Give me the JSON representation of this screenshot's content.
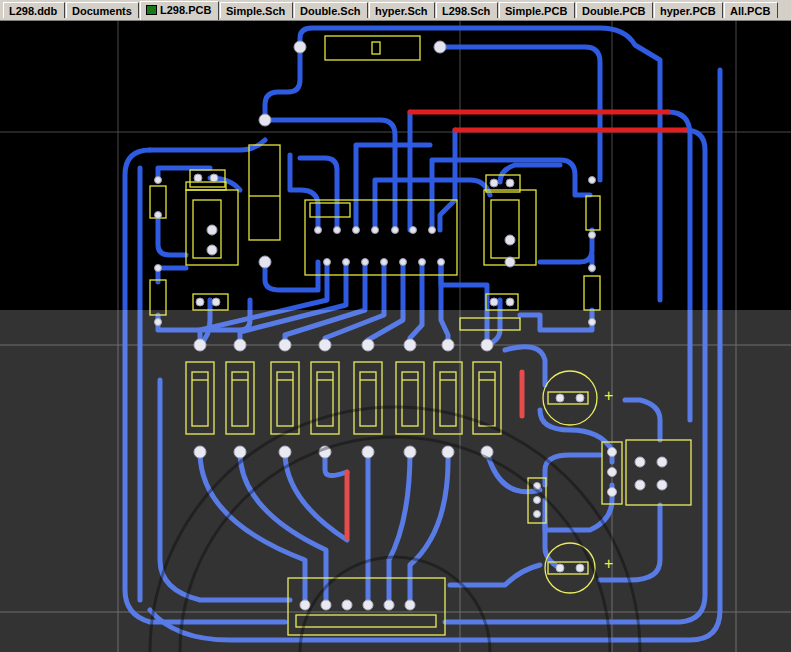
{
  "diagram": {
    "nodes": [
      {
        "text": [
          "L298.ddb"
        ]
      },
      {
        "text": [
          "Documents"
        ]
      },
      {
        "text": [
          "L298.PCB"
        ]
      },
      {
        "text": [
          "Simple.Sch"
        ]
      },
      {
        "text": [
          "Double.Sch"
        ]
      },
      {
        "text": [
          "hyper.Sch"
        ]
      },
      {
        "text": [
          "L298.Sch"
        ]
      },
      {
        "text": [
          "Simple.PCB"
        ]
      },
      {
        "text": [
          "Double.PCB"
        ]
      },
      {
        "text": [
          "hyper.PCB"
        ]
      },
      {
        "text": [
          "All.PCB"
        ]
      }
    ],
    "labels": [
      "+",
      "+"
    ]
  }
}
